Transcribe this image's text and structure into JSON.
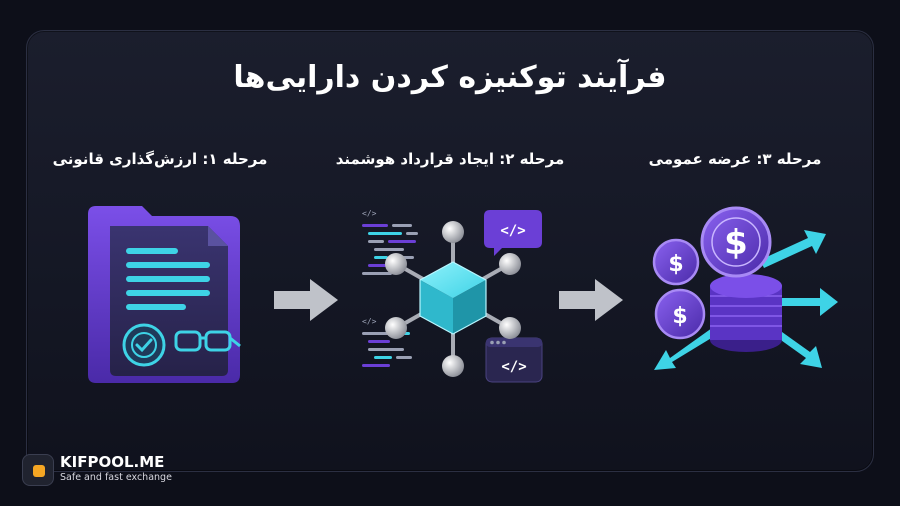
{
  "title": "فرآیند توکنیزه کردن دارایی‌ها",
  "steps": [
    {
      "label": "مرحله ۱: ارزش‌گذاری قانونی"
    },
    {
      "label": "مرحله ۲: ایجاد قرارداد هوشمند"
    },
    {
      "label": "مرحله ۳: عرضه عمومی"
    }
  ],
  "icons": {
    "step1": "legal-document-icon",
    "step2": "smart-contract-node-icon",
    "step3": "coin-distribution-icon",
    "arrow": "right-arrow-icon"
  },
  "code_badge": "</>",
  "brand": {
    "name": "KIFPOOL.ME",
    "tagline": "Safe and fast exchange"
  },
  "colors": {
    "accent_purple": "#6b3fd6",
    "accent_cyan": "#3ed3e6",
    "brand_orange": "#f5a623"
  }
}
